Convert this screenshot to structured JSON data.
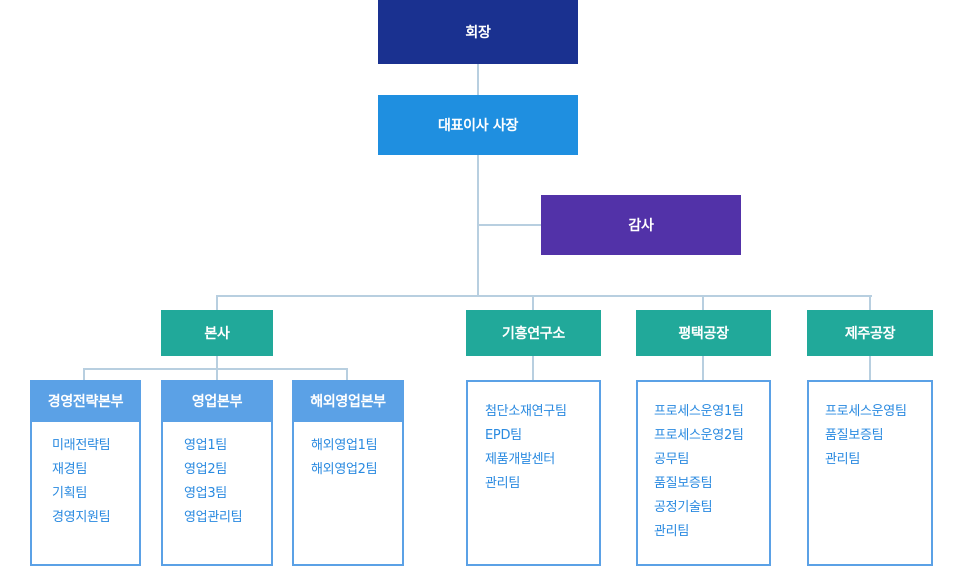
{
  "chairman": "회장",
  "ceo": "대표이사 사장",
  "audit": "감사",
  "groups": {
    "hq": {
      "label": "본사",
      "divisions": [
        {
          "label": "경영전략본부",
          "teams": [
            "미래전략팀",
            "재경팀",
            "기획팀",
            "경영지원팀"
          ]
        },
        {
          "label": "영업본부",
          "teams": [
            "영업1팀",
            "영업2팀",
            "영업3팀",
            "영업관리팀"
          ]
        },
        {
          "label": "해외영업본부",
          "teams": [
            "해외영업1팀",
            "해외영업2팀"
          ]
        }
      ]
    },
    "lab": {
      "label": "기흥연구소",
      "teams": [
        "첨단소재연구팀",
        "EPD팀",
        "제품개발센터",
        "관리팀"
      ]
    },
    "pyeongtaek": {
      "label": "평택공장",
      "teams": [
        "프로세스운영1팀",
        "프로세스운영2팀",
        "공무팀",
        "품질보증팀",
        "공정기술팀",
        "관리팀"
      ]
    },
    "jeju": {
      "label": "제주공장",
      "teams": [
        "프로세스운영팀",
        "품질보증팀",
        "관리팀"
      ]
    }
  },
  "colors": {
    "chairman": "#1a3190",
    "ceo": "#1f8fe0",
    "audit": "#5232a8",
    "group": "#21a99a",
    "division": "#5ba1e6",
    "team_text": "#2a8ae0",
    "connector": "#b8cfe0"
  }
}
